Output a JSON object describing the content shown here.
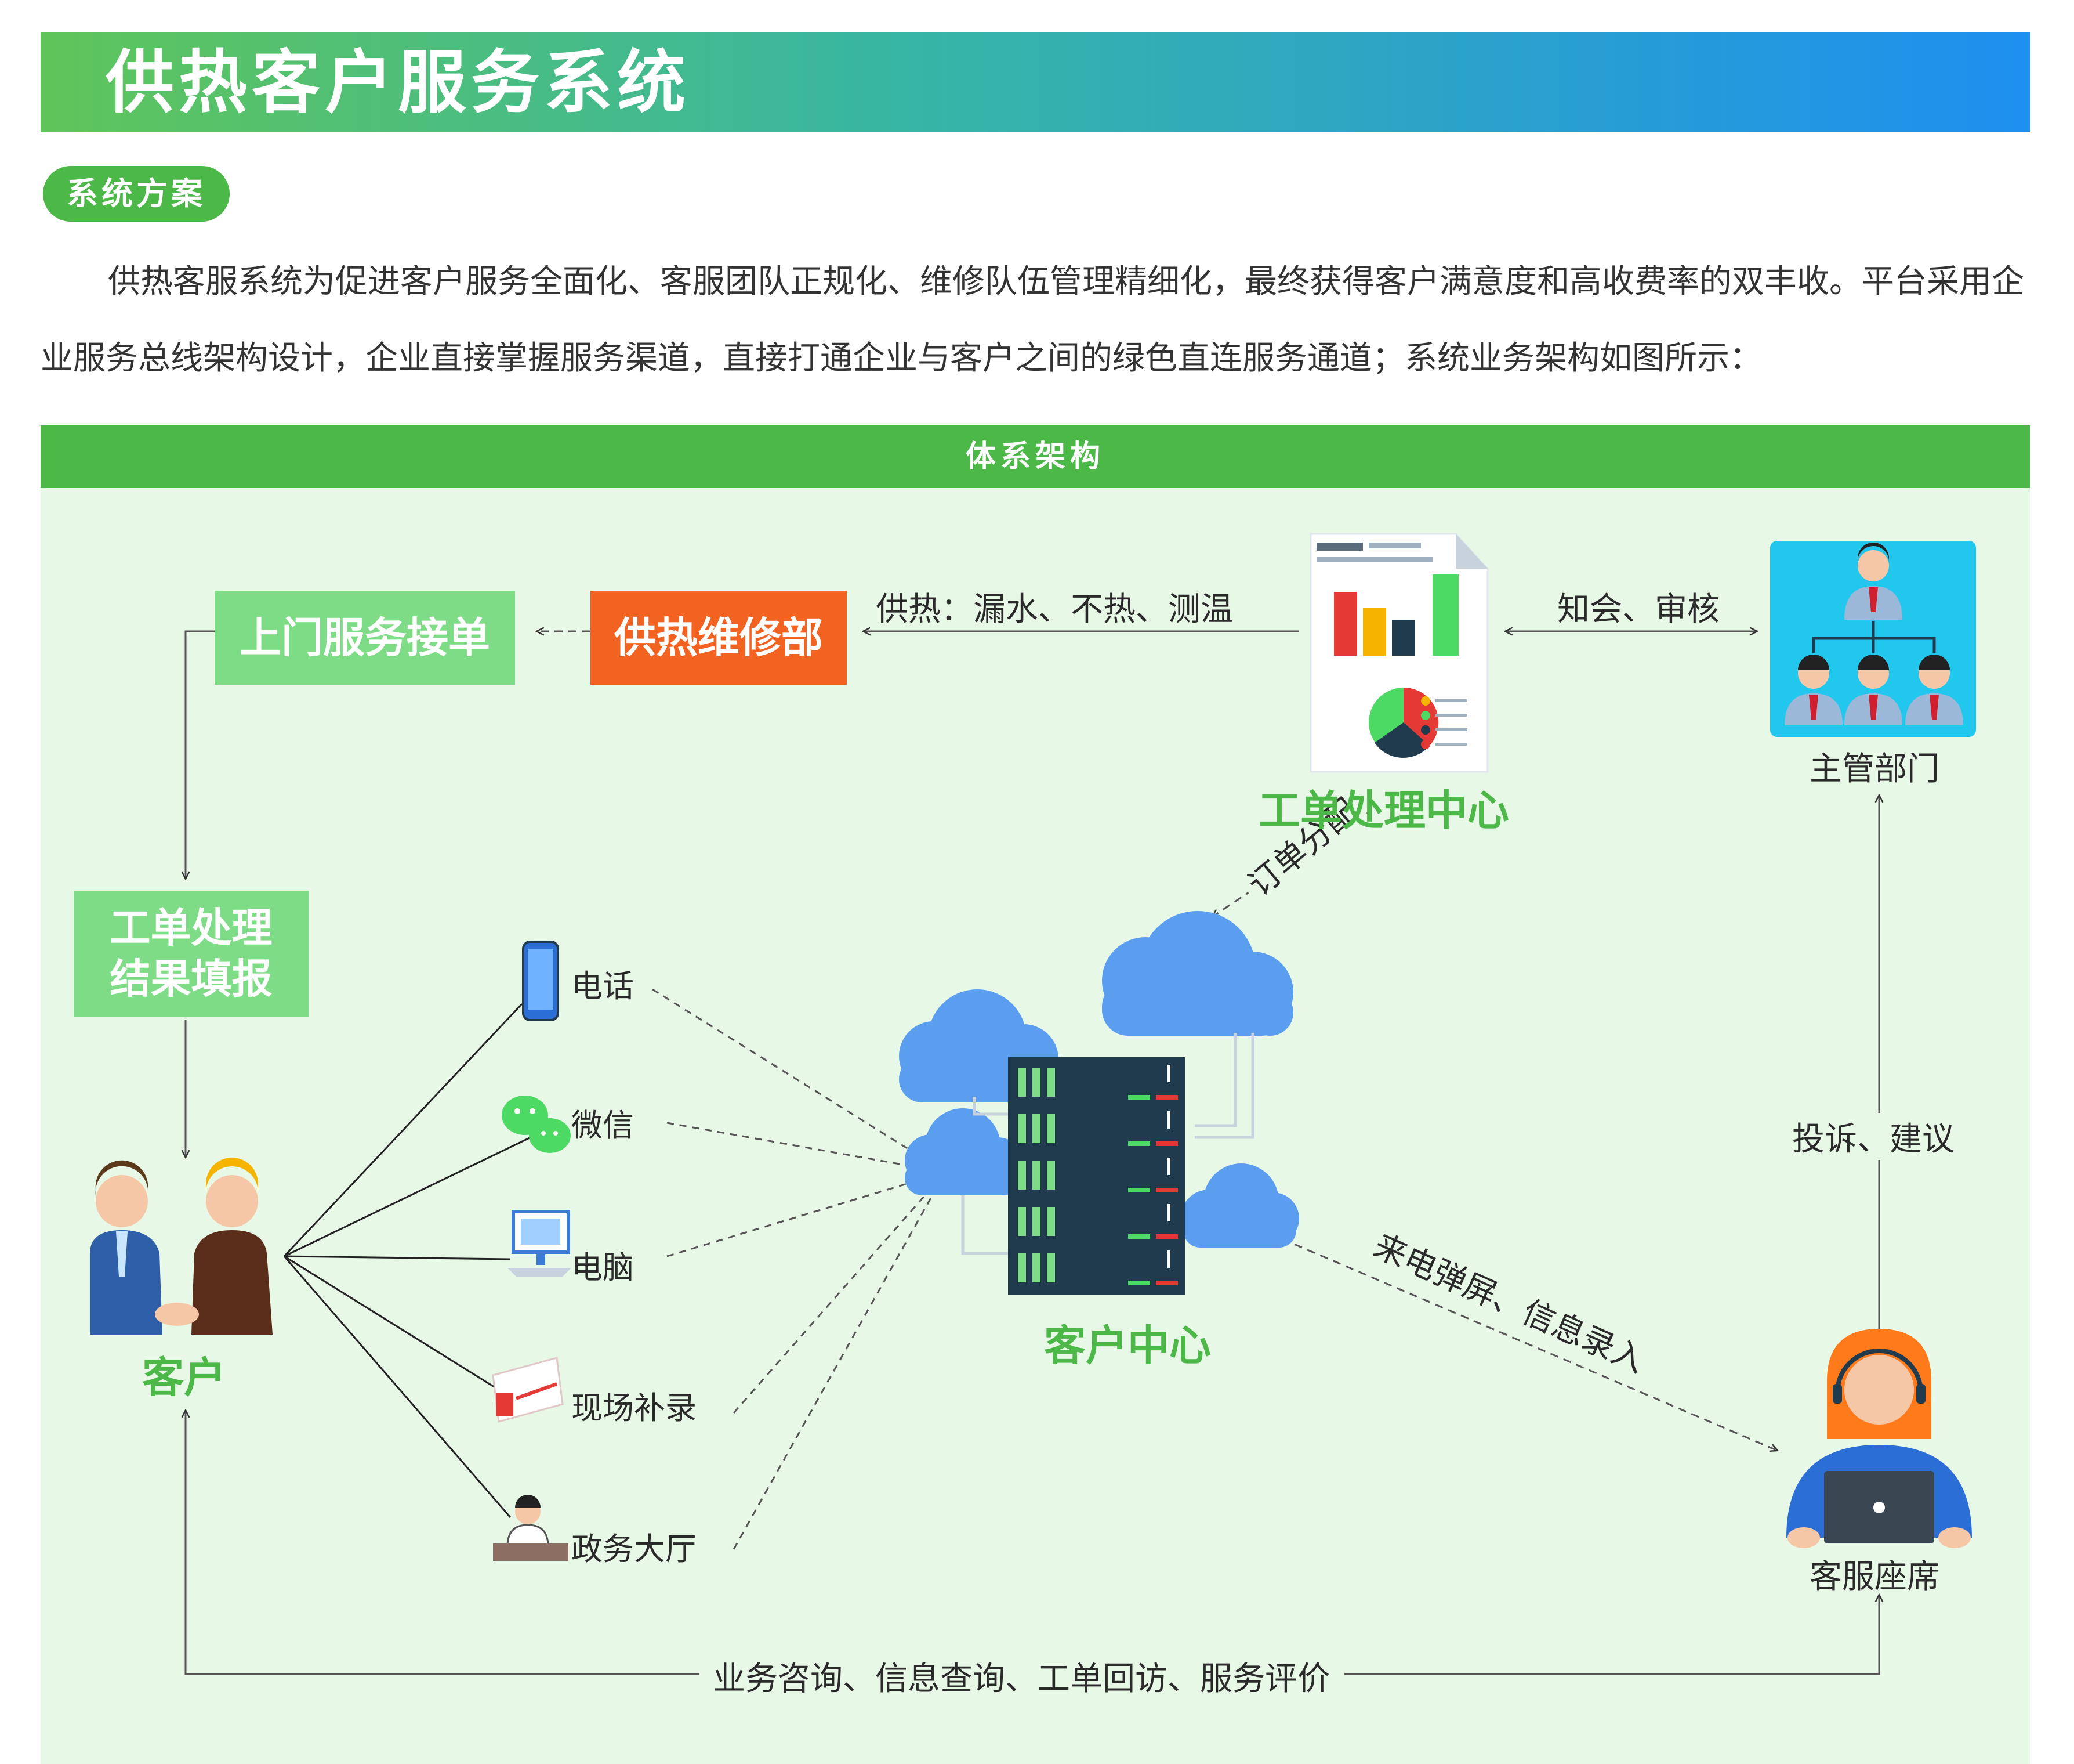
{
  "header": {
    "title": "供热客户服务系统"
  },
  "section": {
    "pill": "系统方案"
  },
  "intro": {
    "text": "供热客服系统为促进客户服务全面化、客服团队正规化、维修队伍管理精细化，最终获得客户满意度和高收费率的双丰收。平台采用企业服务总线架构设计，企业直接掌握服务渠道，直接打通企业与客户之间的绿色直连服务通道；系统业务架构如图所示："
  },
  "diagram": {
    "header": "体系架构",
    "boxes": {
      "onsite_service": "上门服务接单",
      "heating_repair": "供热维修部",
      "result_report_line1": "工单处理",
      "result_report_line2": "结果填报"
    },
    "nodes": {
      "ticket_center": "工单处理中心",
      "department": "主管部门",
      "customer_center": "客户中心",
      "customer": "客户",
      "service_seat": "客服座席"
    },
    "arrows": {
      "heating_issues": "供热：漏水、不热、测温",
      "review": "知会、审核",
      "order_dispatch": "订单分配",
      "complaint": "投诉、建议",
      "incoming_call": "来电弹屏、信息录入",
      "business": "业务咨询、信息查询、工单回访、服务评价"
    },
    "channels": [
      "电话",
      "微信",
      "电脑",
      "现场补录",
      "政务大厅"
    ]
  },
  "colors": {
    "green": "#4cb848",
    "light_green_box": "#7fdc86",
    "orange": "#f26322",
    "panel_bg": "#e8f8e7",
    "cloud": "#5b9ef0",
    "server": "#1f3b4d",
    "dept_bg": "#22c7ee"
  }
}
